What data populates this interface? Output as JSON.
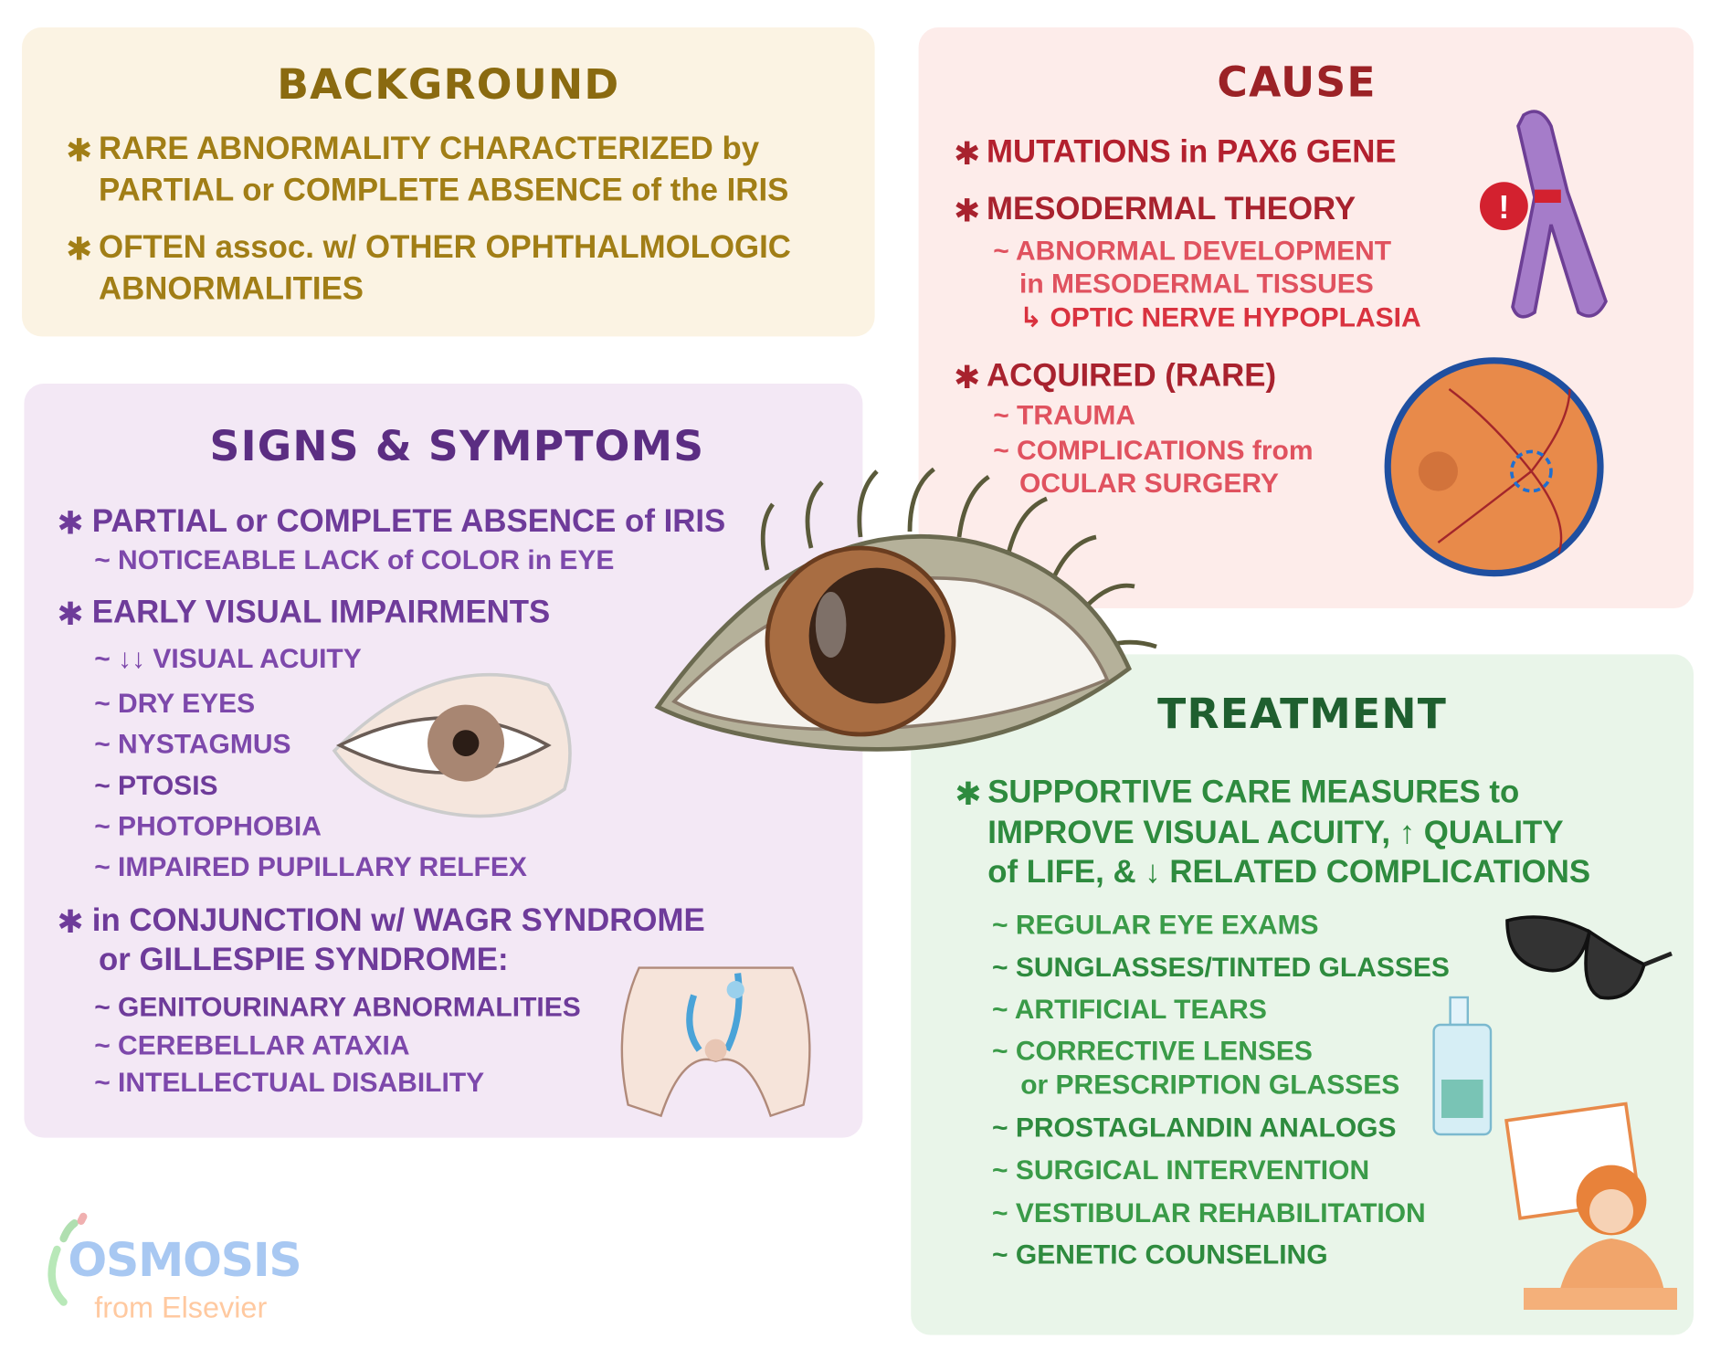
{
  "background": {
    "title": "BACKGROUND",
    "items": [
      {
        "line1": "RARE ABNORMALITY CHARACTERIZED by",
        "line2": "PARTIAL or COMPLETE ABSENCE of the IRIS"
      },
      {
        "line1": "OFTEN assoc. w/ OTHER OPHTHALMOLOGIC",
        "line2": "ABNORMALITIES"
      }
    ]
  },
  "cause": {
    "title": "CAUSE",
    "item1": "MUTATIONS in PAX6 GENE",
    "item2": "MESODERMAL THEORY",
    "item2_sub1": "~ ABNORMAL DEVELOPMENT",
    "item2_sub2": "in MESODERMAL TISSUES",
    "item2_sub3": "↳ OPTIC NERVE HYPOPLASIA",
    "item3": "ACQUIRED (RARE)",
    "item3_sub1": "~ TRAUMA",
    "item3_sub2": "~ COMPLICATIONS from",
    "item3_sub3": "OCULAR SURGERY"
  },
  "signs": {
    "title": "SIGNS & SYMPTOMS",
    "item1": "PARTIAL or COMPLETE ABSENCE of IRIS",
    "item1_sub": "~ NOTICEABLE LACK of COLOR in EYE",
    "item2": "EARLY VISUAL IMPAIRMENTS",
    "item2_subs": [
      "~ ↓↓ VISUAL ACUITY",
      "~ DRY EYES",
      "~ NYSTAGMUS",
      "~ PTOSIS",
      "~ PHOTOPHOBIA",
      "~ IMPAIRED PUPILLARY RELFEX"
    ],
    "item3_line1": "in CONJUNCTION w/ WAGR SYNDROME",
    "item3_line2": "or GILLESPIE SYNDROME:",
    "item3_subs": [
      "~ GENITOURINARY ABNORMALITIES",
      "~ CEREBELLAR ATAXIA",
      "~ INTELLECTUAL DISABILITY"
    ]
  },
  "treatment": {
    "title": "TREATMENT",
    "item1_line1": "SUPPORTIVE CARE MEASURES to",
    "item1_line2": "IMPROVE VISUAL ACUITY, ↑ QUALITY",
    "item1_line3": "of LIFE, & ↓ RELATED COMPLICATIONS",
    "subs": [
      "~ REGULAR EYE EXAMS",
      "~ SUNGLASSES/TINTED GLASSES",
      "~ ARTIFICIAL TEARS",
      "~ CORRECTIVE LENSES",
      "or PRESCRIPTION GLASSES",
      "~ PROSTAGLANDIN ANALOGS",
      "~ SURGICAL INTERVENTION",
      "~ VESTIBULAR REHABILITATION",
      "~ GENETIC COUNSELING"
    ]
  },
  "logo": {
    "brand": "OSMOSIS",
    "sub": "from Elsevier"
  },
  "bullet": "✱",
  "colors": {
    "bg_panel": "#fbf3e3",
    "cause_panel": "#fdecea",
    "signs_panel": "#f3e8f5",
    "treat_panel": "#e9f5e9"
  }
}
